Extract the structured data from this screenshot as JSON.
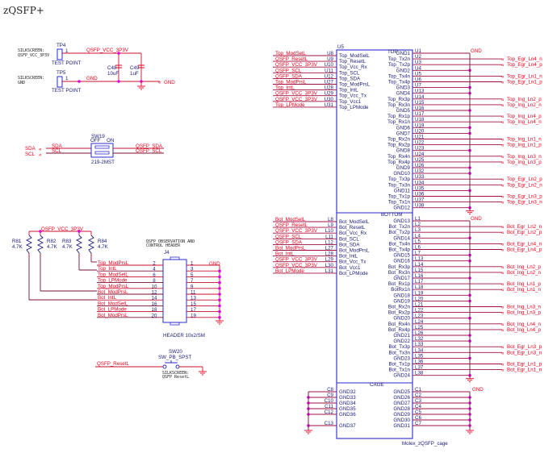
{
  "title": "zQSFP+",
  "test_points": [
    {
      "ref": "TP4",
      "pin": "1",
      "label": "TEST POINT",
      "silkscreen": [
        "SILKSCREEN:",
        "QSFP_VCC_3P3V"
      ],
      "net": "QSFP_VCC_3P3V"
    },
    {
      "ref": "TP5",
      "pin": "1",
      "label": "TEST POINT",
      "silkscreen": [
        "SILKSCREEN:",
        "GND"
      ],
      "net": "GND"
    }
  ],
  "caps": [
    {
      "ref": "C48",
      "value": "10uF"
    },
    {
      "ref": "C49",
      "value": "1uF"
    }
  ],
  "gnd_port": "GND",
  "dip_switch": {
    "ref": "SW19",
    "off_label": "OFF",
    "on_label": "ON",
    "part": "219-2MST",
    "left_ports": [
      "SDA",
      "SCL"
    ],
    "left_nets": [
      "SDA",
      "SCL"
    ],
    "right_nets": [
      "QSFP_SDA",
      "QSFP_SCL"
    ]
  },
  "pullups": {
    "net": "QSFP_VCC_3P3V",
    "resistors": [
      {
        "ref": "R81",
        "value": "4.7K"
      },
      {
        "ref": "R82",
        "value": "4.7K"
      },
      {
        "ref": "R83",
        "value": "4.7K"
      },
      {
        "ref": "R84",
        "value": "4.7K"
      }
    ]
  },
  "header": {
    "ref": "J4",
    "caption": [
      "QSFP OBSERVATION AND",
      "CONTROL HEADER"
    ],
    "part": "HEADER 10x2/SM",
    "gnd_net": "GND",
    "left_nets": [
      "Top_ModPrsL",
      "Top_IntL",
      "Top_ModSelL",
      "Top_LPMode",
      "Top_ModPrsL",
      "Bot_ModPrsL",
      "Bot_IntL",
      "Bot_ModSelL",
      "Bot_LPMode",
      "Bot_ModPrsL"
    ],
    "even_pins": [
      "2",
      "4",
      "6",
      "8",
      "10",
      "12",
      "14",
      "16",
      "18",
      "20"
    ],
    "odd_pins": [
      "1",
      "3",
      "5",
      "7",
      "9",
      "11",
      "13",
      "15",
      "17",
      "19"
    ]
  },
  "reset_switch": {
    "ref": "SW20",
    "part": "SW_PB_SPST",
    "net": "QSFP_ResetL",
    "silkscreen": [
      "SILKSCREEN:",
      "QSFP ResetL"
    ]
  },
  "connector": {
    "ref": "U5",
    "part": "Molex_zQSFP_cage",
    "top": {
      "section": "TOP",
      "left_nets": [
        "Top_ModSelL",
        "QSFP_ResetL",
        "QSFP_VCC_3P3V",
        "QSFP_SCL",
        "QSFP_SDA",
        "Top_ModPrsL",
        "Top_IntL",
        "QSFP_VCC_3P3V",
        "QSFP_VCC_3P3V",
        "Top_LPMode"
      ],
      "left_pins": [
        "U8",
        "U9",
        "U10",
        "U11",
        "U12",
        "U27",
        "U28",
        "U29",
        "U30",
        "U31"
      ],
      "left_names": [
        "Top_ModSelL",
        "Top_ResetL",
        "Top_Vcc_Rx",
        "Top_SCL",
        "Top_SDA",
        "Top_ModPrsL",
        "Top_IntL",
        "Top_Vcc_Tx",
        "Top_Vcc1",
        "Top_LPMode"
      ],
      "right_names": [
        "GND1",
        "Top_Tx2n",
        "Top_Tx2p",
        "GND2",
        "Top_Tx4n",
        "Top_Tx4p",
        "GND3",
        "GND4",
        "Top_Rx3p",
        "Top_Rx3n",
        "GND5",
        "Top_Rx1p",
        "Top_Rx1n",
        "GND6",
        "GND7",
        "Top_Rx2n",
        "Top_Rx2p",
        "GND8",
        "Top_Rx4n",
        "Top_Rx4p",
        "GND9",
        "GND10",
        "Top_Tx3p",
        "Top_Tx3n",
        "GND11",
        "Top_Tx1p",
        "Top_Tx1n",
        "GND12"
      ],
      "right_pins": [
        "U1",
        "U2",
        "U3",
        "U4",
        "U5",
        "U6",
        "U7",
        "U13",
        "U14",
        "U15",
        "U16",
        "U17",
        "U18",
        "U19",
        "U20",
        "U21",
        "U22",
        "U23",
        "U24",
        "U25",
        "U26",
        "U32",
        "U33",
        "U34",
        "U35",
        "U36",
        "U37",
        "U38"
      ],
      "right_ports": [
        "",
        "Top_Egr_Ln4_n",
        "Top_Egr_Ln4_p",
        "",
        "Top_Egr_Ln1_n",
        "Top_Egr_Ln1_p",
        "",
        "",
        "Top_Ing_Ln2_p",
        "Top_Ing_Ln2_n",
        "",
        "Top_Ing_Ln4_p",
        "Top_Ing_Ln4_n",
        "",
        "",
        "Top_Ing_Ln1_n",
        "Top_Ing_Ln1_p",
        "",
        "Top_Ing_Ln3_n",
        "Top_Ing_Ln3_p",
        "",
        "",
        "Top_Egr_Ln2_p",
        "Top_Egr_Ln2_n",
        "",
        "Top_Egr_Ln3_p",
        "Top_Egr_Ln3_n",
        ""
      ],
      "gnd_net": "GND"
    },
    "bottom": {
      "section": "BOTTOM",
      "left_nets": [
        "Bot_ModSelL",
        "QSFP_ResetL",
        "QSFP_VCC_3P3V",
        "QSFP_SCL",
        "QSFP_SDA",
        "Bot_ModPrsL",
        "Bot_IntL",
        "QSFP_VCC_3P3V",
        "QSFP_VCC_3P3V",
        "Bot_LPMode"
      ],
      "left_pins": [
        "L8",
        "L9",
        "L10",
        "L11",
        "L12",
        "L27",
        "L28",
        "L29",
        "L30",
        "L31"
      ],
      "left_names": [
        "Bot_ModSelL",
        "Bot_ResetL",
        "Bot_Vcc_Rx",
        "Bot_SCL",
        "Bot_SDA",
        "Bot_ModPrsL",
        "Bot_IntL",
        "Bot_Vcc_Tx",
        "Bot_Vcc1",
        "Bot_LPMode"
      ],
      "right_names": [
        "GND13",
        "Bot_Tx2n",
        "Bot_Tx2p",
        "GND14",
        "Bot_Tx4n",
        "Bot_Tx4p",
        "GND15",
        "GND16",
        "Bot_Rx3p",
        "Bot_Rx3n",
        "GND17",
        "Bot_Rx1p",
        "BotRx1n",
        "GND18",
        "GND19",
        "Bot_Rx2n",
        "Bot_Rx2p",
        "GND20",
        "Bot_Rx4n",
        "Bot_Rx4p",
        "GND21",
        "GND22",
        "Bot_Tx3p",
        "Bot_Tx3n",
        "GND23",
        "Bot_Tx1p",
        "Bot_Tx1n",
        "GND24"
      ],
      "right_pins": [
        "L1",
        "L2",
        "L3",
        "L4",
        "L5",
        "L6",
        "L7",
        "L13",
        "L14",
        "L15",
        "L16",
        "L17",
        "L18",
        "L19",
        "L20",
        "L21",
        "L22",
        "L23",
        "L24",
        "L25",
        "L26",
        "L32",
        "L33",
        "L34",
        "L35",
        "L36",
        "L37",
        "L38"
      ],
      "right_ports": [
        "",
        "Bot_Egr_Ln2_n",
        "Bot_Egr_Ln2_p",
        "",
        "Bot_Egr_Ln4_n",
        "Bot_Egr_Ln4_p",
        "",
        "",
        "Bot_Ing_Ln2_p",
        "Bot_Ing_Ln2_n",
        "",
        "Bot_Ing_Ln1_p",
        "Bot_Ing_Ln1_n",
        "",
        "",
        "Bot_Ing_Ln3_n",
        "Bot_Ing_Ln3_p",
        "",
        "Bot_Ing_Ln4_n",
        "Bot_Ing_Ln4_p",
        "",
        "",
        "Bot_Egr_Ln3_p",
        "Bot_Egr_Ln3_n",
        "",
        "Bot_Egr_Ln1_p",
        "Bot_Egr_Ln1_n",
        ""
      ],
      "gnd_net": "GND"
    },
    "cage": {
      "section": "CAGE",
      "left_pins": [
        "C8",
        "C9",
        "C10",
        "C11",
        "C12",
        "C13"
      ],
      "left_names": [
        "GND32",
        "GND33",
        "GND34",
        "GND35",
        "GND36",
        "GND37"
      ],
      "right_pins": [
        "C1",
        "C2",
        "C3",
        "C4",
        "C5",
        "C6",
        "C7"
      ],
      "right_names": [
        "GND25",
        "GND26",
        "GND27",
        "GND28",
        "GND29",
        "GND30",
        "GND31"
      ],
      "gnd_net": "GND"
    }
  }
}
